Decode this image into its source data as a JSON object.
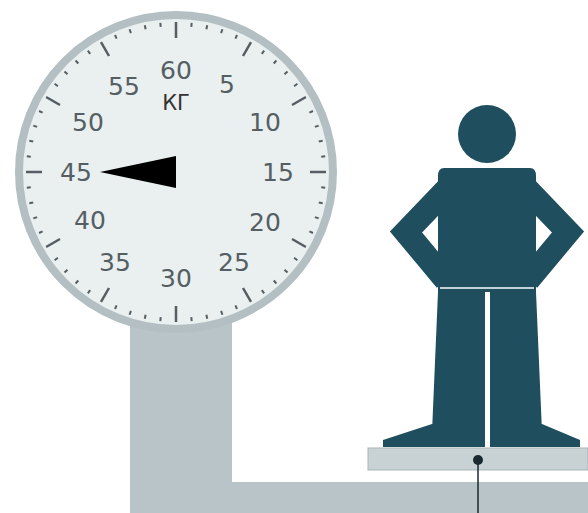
{
  "diagram": {
    "nodes": [
      {
        "text": [
          "60",
          "5",
          "10",
          "15",
          "20",
          "25",
          "30",
          "35",
          "40",
          "45",
          "50",
          "55",
          "КГ"
        ]
      }
    ]
  }
}
